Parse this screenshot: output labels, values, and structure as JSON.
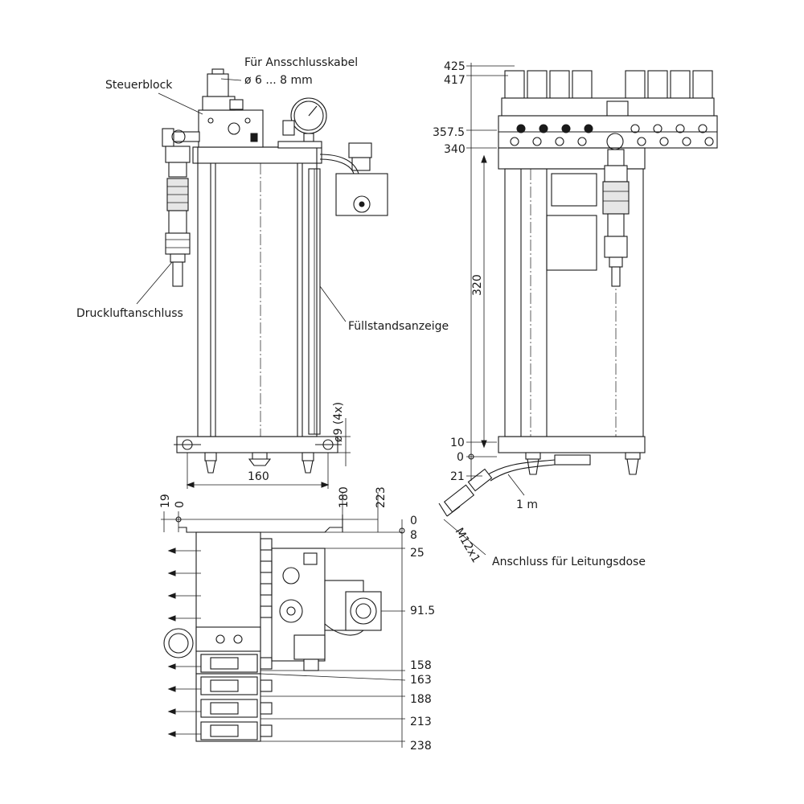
{
  "labels": {
    "steuerblock": "Steuerblock",
    "anschlusskabel_line1": "Für Ansschlusskabel",
    "anschlusskabel_line2": "ø 6 ... 8 mm",
    "druckluftanschluss": "Druckluftanschluss",
    "fuellstandsanzeige": "Füllstandsanzeige",
    "kabel_laenge": "1 m",
    "anschluss_leitungsdose": "Anschluss für Leitungsdose",
    "gewinde": "M12x1",
    "bohrung": "ø9 (4x)"
  },
  "front_view": {
    "width_dim": "160"
  },
  "side_view": {
    "heights": [
      "425",
      "417",
      "357.5",
      "340",
      "320",
      "10",
      "0",
      "21"
    ]
  },
  "top_view": {
    "x_dims": [
      "19",
      "0",
      "180",
      "223"
    ],
    "y_dims": [
      "0",
      "8",
      "25",
      "91.5",
      "158",
      "163",
      "188",
      "213",
      "238"
    ]
  }
}
